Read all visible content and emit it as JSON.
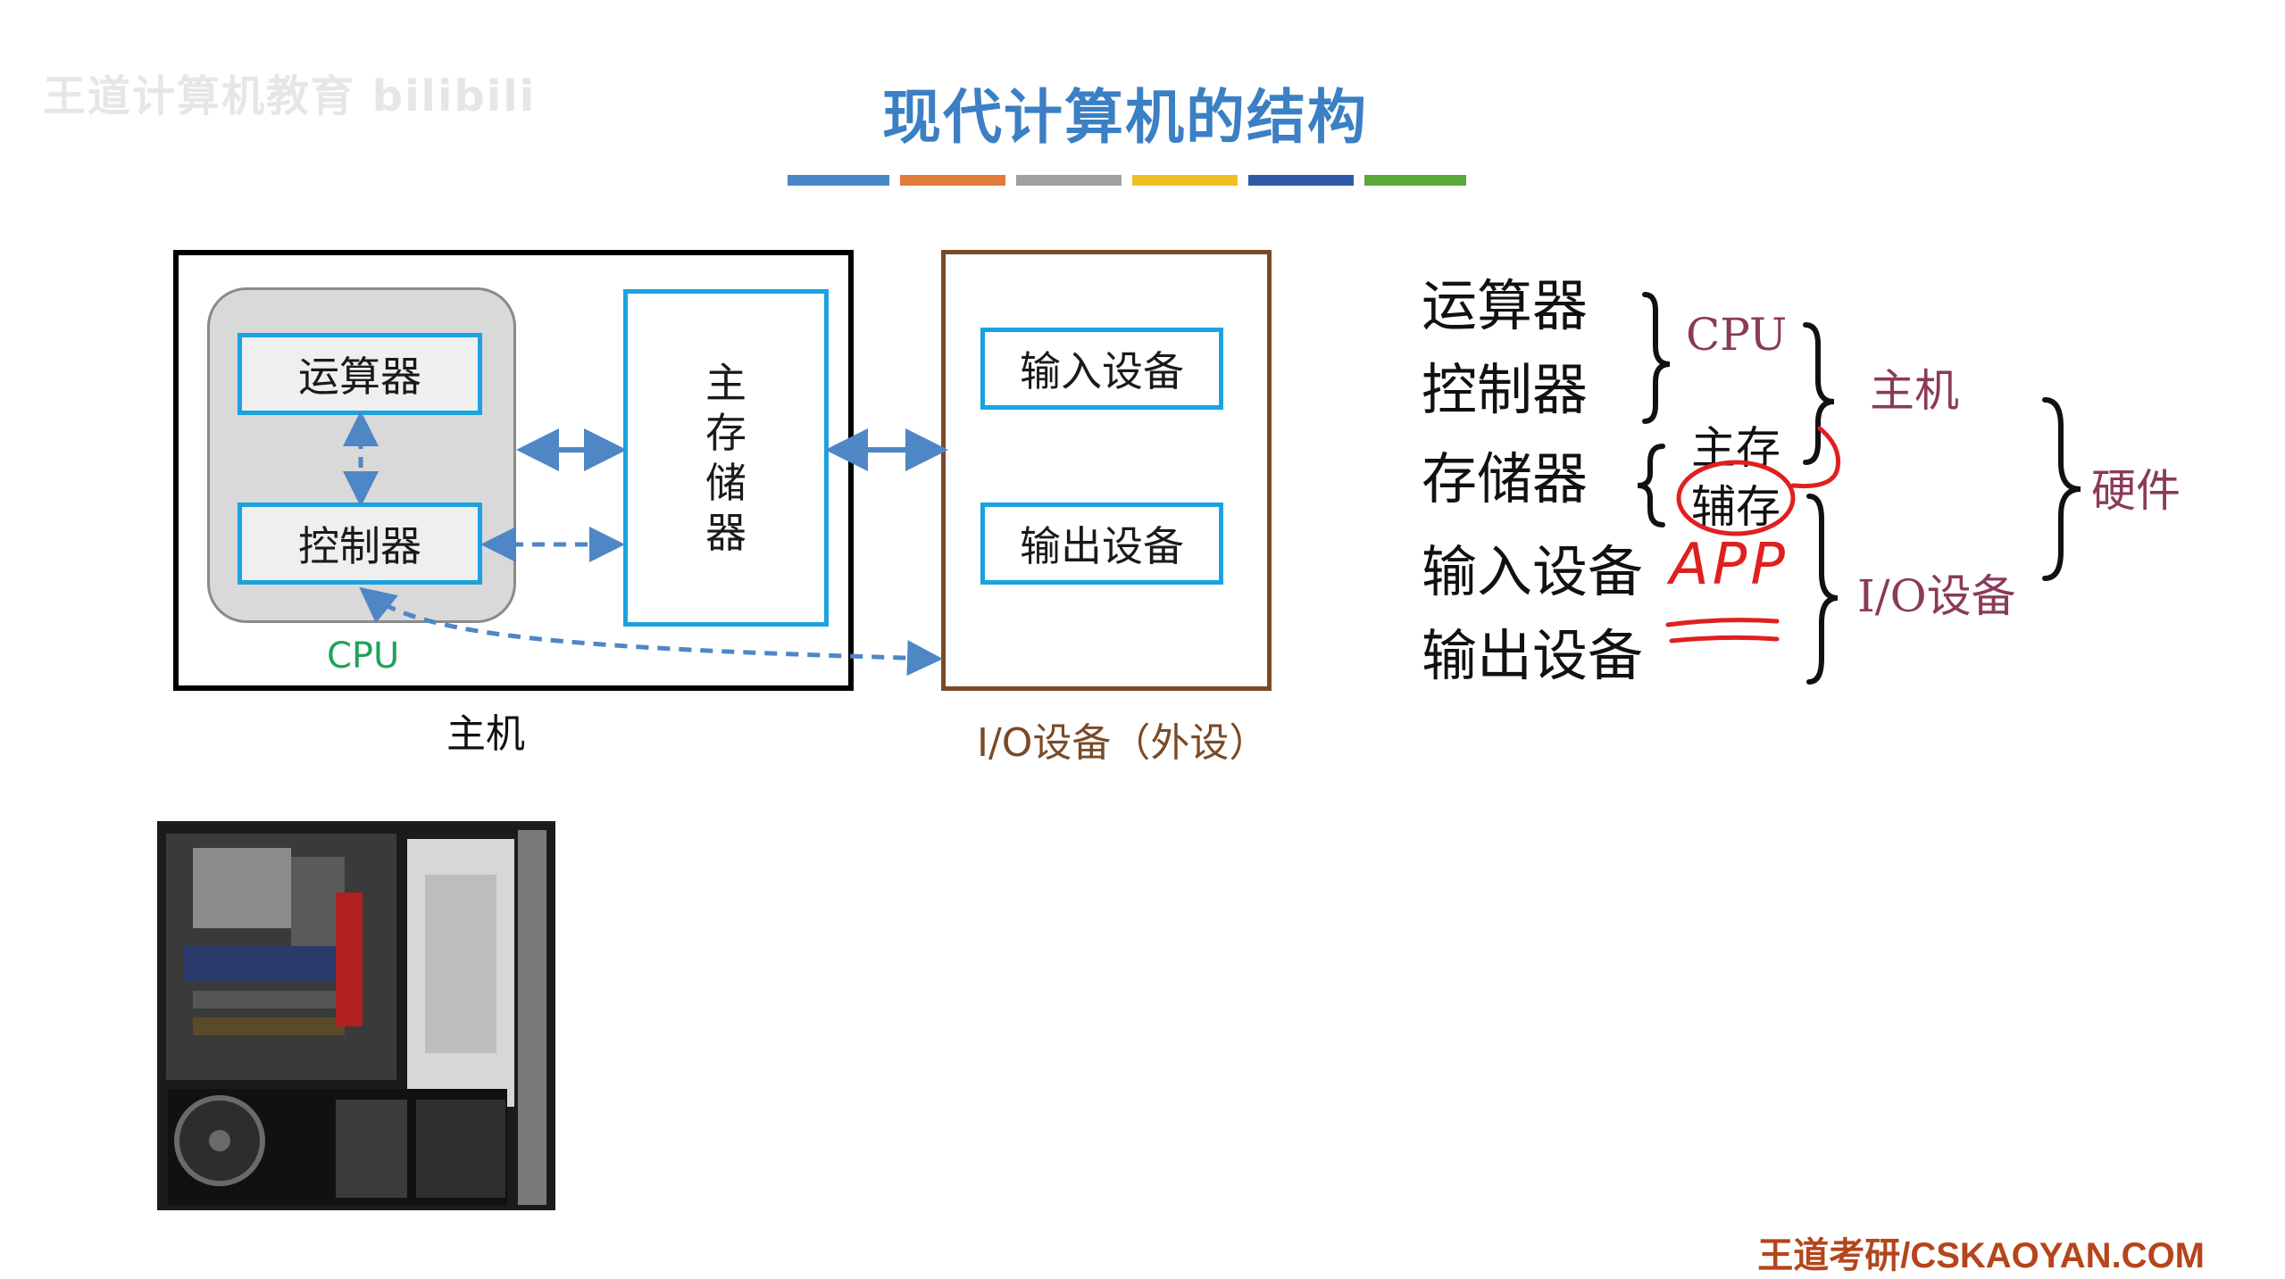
{
  "watermark": "王道计算机教育 bilibili",
  "title": "现代计算机的结构",
  "title_bar_colors": [
    "#4a86c8",
    "#e07b39",
    "#a0a0a0",
    "#f0c020",
    "#2f5aa8",
    "#5aa83a"
  ],
  "left_diagram": {
    "alu": "运算器",
    "controller": "控制器",
    "main_memory_chars": [
      "主",
      "存",
      "储",
      "器"
    ],
    "input_device": "输入设备",
    "output_device": "输出设备",
    "cpu_label": "CPU",
    "host_label": "主机",
    "io_label": "I/O设备（外设）"
  },
  "right_hierarchy": {
    "alu": "运算器",
    "controller": "控制器",
    "storage": "存储器",
    "input_device": "输入设备",
    "output_device": "输出设备",
    "main_memory": "主存",
    "aux_memory": "辅存",
    "cpu": "CPU",
    "host": "主机",
    "io_devices": "I/O设备",
    "hardware": "硬件",
    "annotation": "APP"
  },
  "colors": {
    "title": "#3b7fc4",
    "cyan_box": "#1aa3e0",
    "io_frame": "#7a4a26",
    "cpu_text": "#21a35a",
    "arrow": "#4f86c6",
    "maroon": "#8a3a5a",
    "annotation_red": "#e02020",
    "footer": "#b5451b"
  },
  "footer": "王道考研/CSKAOYAN.COM"
}
